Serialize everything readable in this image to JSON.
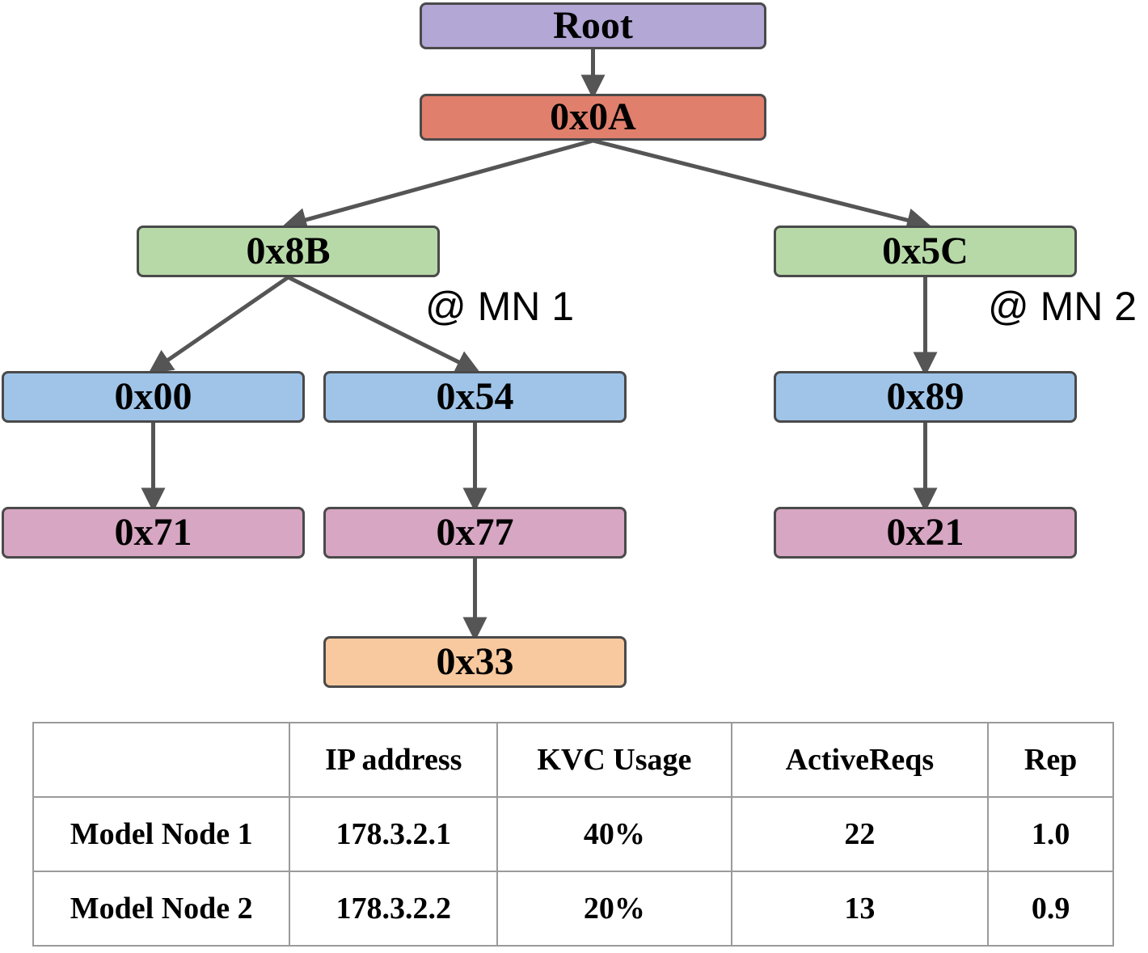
{
  "tree": {
    "nodes": [
      {
        "id": "root",
        "label": "Root",
        "color": "#b3a7d6"
      },
      {
        "id": "n0A",
        "label": "0x0A",
        "color": "#e07f6c"
      },
      {
        "id": "n8B",
        "label": "0x8B",
        "color": "#b7d9a8"
      },
      {
        "id": "n5C",
        "label": "0x5C",
        "color": "#b7d9a8"
      },
      {
        "id": "n00",
        "label": "0x00",
        "color": "#9fc4e8"
      },
      {
        "id": "n54",
        "label": "0x54",
        "color": "#9fc4e8"
      },
      {
        "id": "n89",
        "label": "0x89",
        "color": "#9fc4e8"
      },
      {
        "id": "n71",
        "label": "0x71",
        "color": "#d7a6c2"
      },
      {
        "id": "n77",
        "label": "0x77",
        "color": "#d7a6c2"
      },
      {
        "id": "n21",
        "label": "0x21",
        "color": "#d7a6c2"
      },
      {
        "id": "n33",
        "label": "0x33",
        "color": "#f8c99e"
      }
    ],
    "edges": [
      [
        "root",
        "n0A"
      ],
      [
        "n0A",
        "n8B"
      ],
      [
        "n0A",
        "n5C"
      ],
      [
        "n8B",
        "n00"
      ],
      [
        "n8B",
        "n54"
      ],
      [
        "n5C",
        "n89"
      ],
      [
        "n00",
        "n71"
      ],
      [
        "n54",
        "n77"
      ],
      [
        "n89",
        "n21"
      ],
      [
        "n77",
        "n33"
      ]
    ],
    "mn_labels": {
      "mn1": "@ MN 1",
      "mn2": "@ MN 2"
    },
    "edge_color": "#555555"
  },
  "table": {
    "header": [
      "",
      "IP address",
      "KVC Usage",
      "ActiveReqs",
      "Rep"
    ],
    "rows": [
      [
        "Model Node 1",
        "178.3.2.1",
        "40%",
        "22",
        "1.0"
      ],
      [
        "Model Node 2",
        "178.3.2.2",
        "20%",
        "13",
        "0.9"
      ]
    ]
  }
}
